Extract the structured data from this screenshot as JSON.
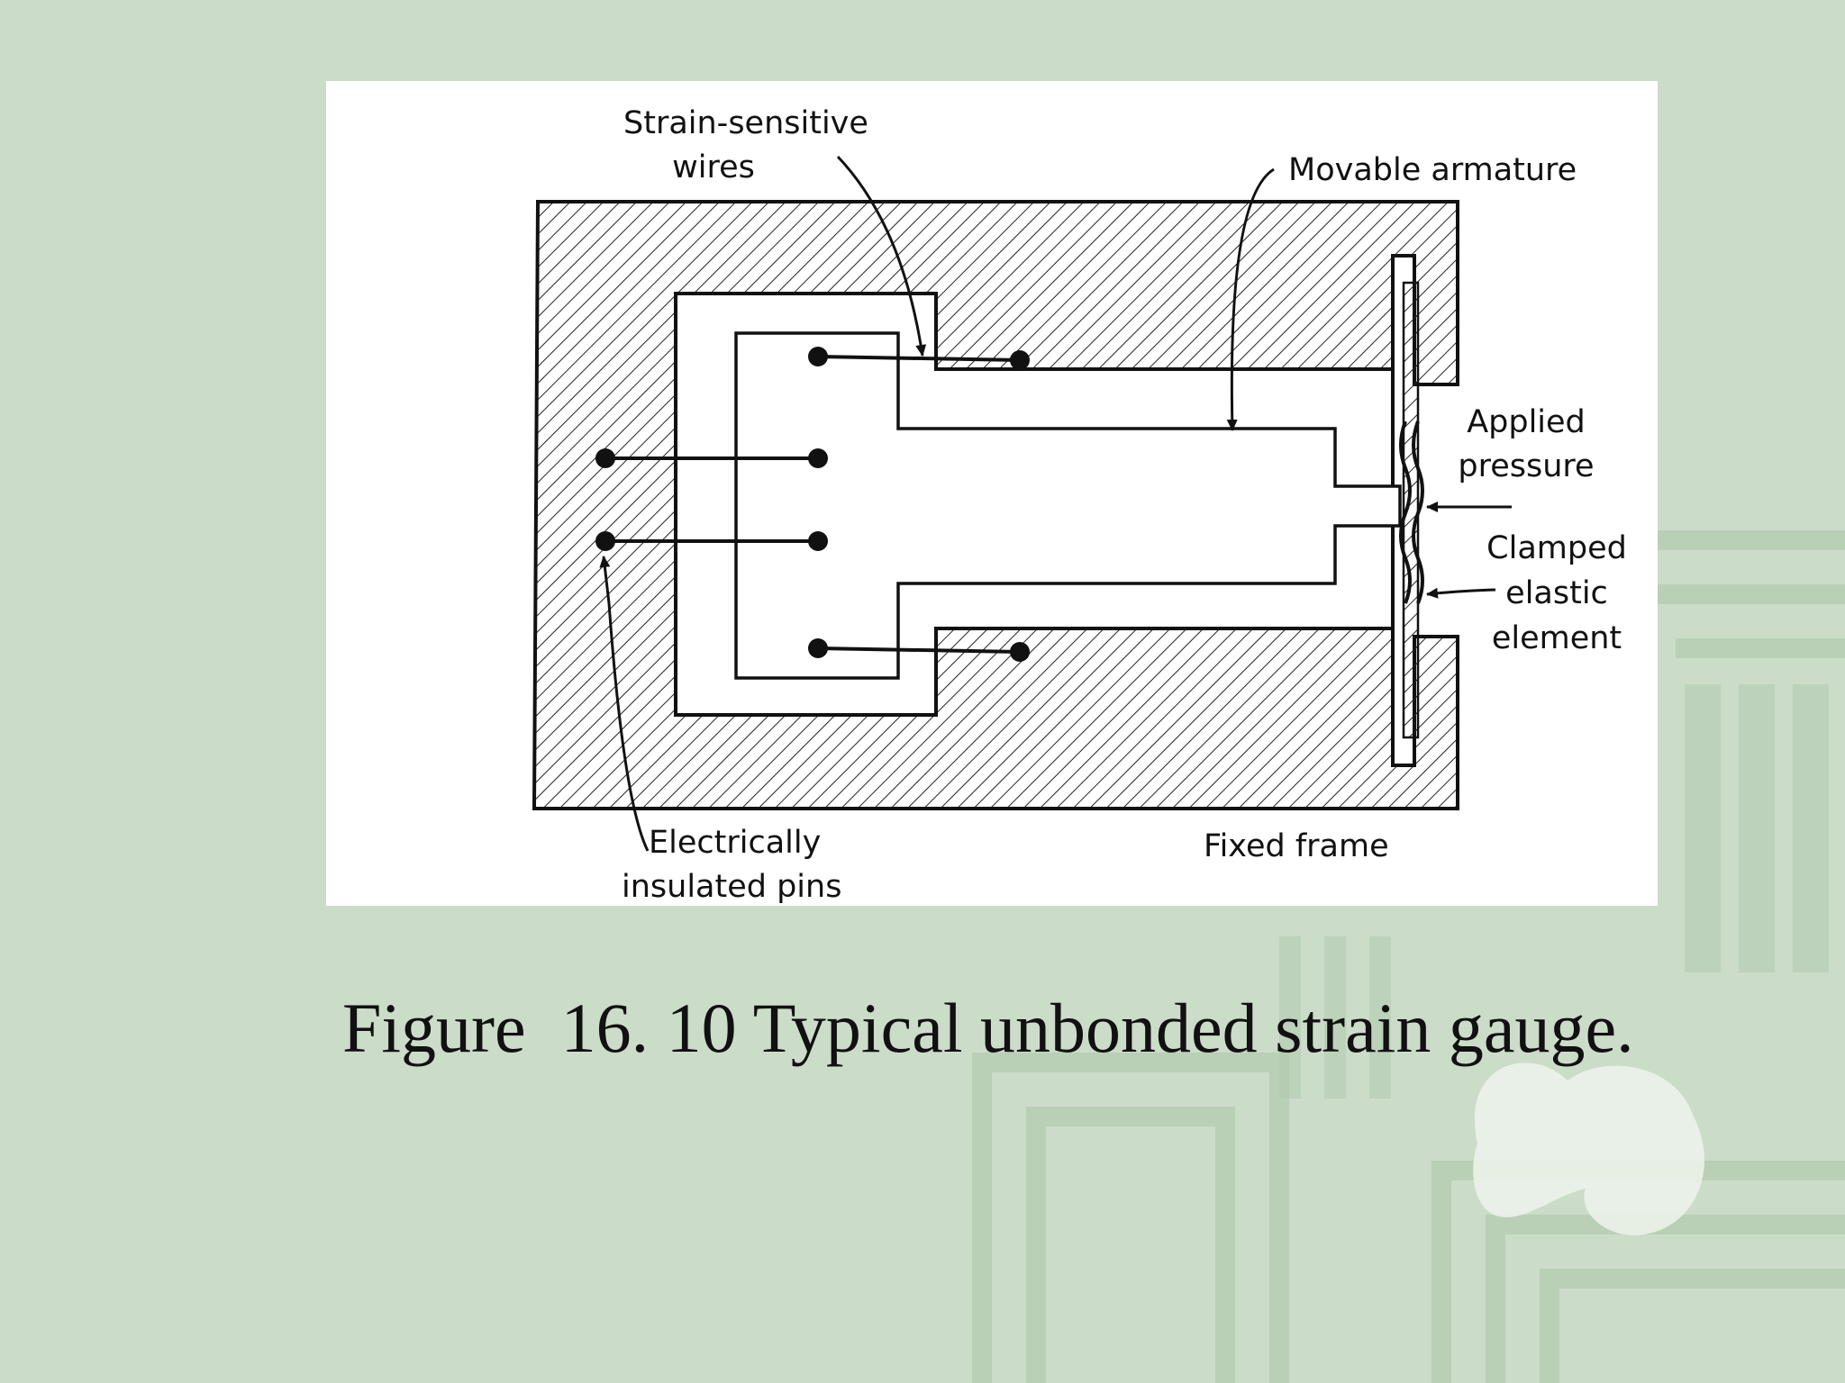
{
  "slide": {
    "background_color": "#cbdcc8",
    "decoration_color": "#b7cdb4",
    "caption": "Figure  16. 10 Typical unbonded strain gauge."
  },
  "diagram": {
    "labels": {
      "strain_wires_line1": "Strain-sensitive",
      "strain_wires_line2": "wires",
      "movable_armature": "Movable armature",
      "applied_pressure_line1": "Applied",
      "applied_pressure_line2": "pressure",
      "clamped_line1": "Clamped",
      "clamped_line2": "elastic",
      "clamped_line3": "element",
      "insulated_line1": "Electrically",
      "insulated_line2": "insulated pins",
      "fixed_frame": "Fixed frame"
    }
  }
}
